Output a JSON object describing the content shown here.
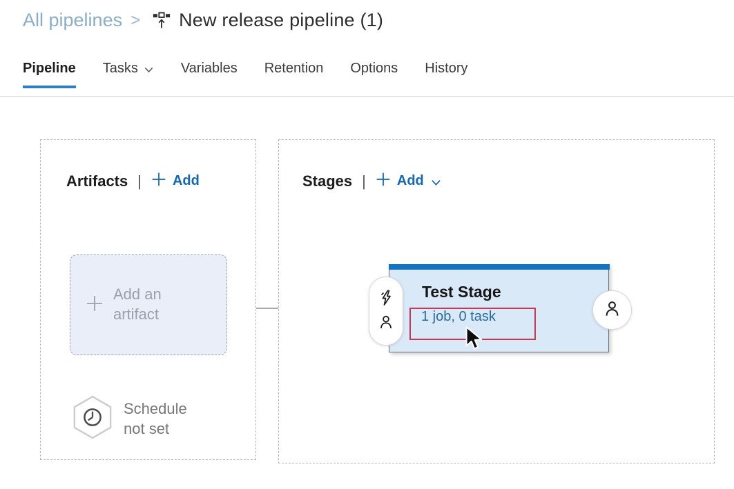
{
  "breadcrumb": {
    "parent_link": "All pipelines",
    "separator": ">",
    "current_title": "New release pipeline (1)"
  },
  "tabs": [
    {
      "label": "Pipeline",
      "active": true
    },
    {
      "label": "Tasks",
      "dropdown": true
    },
    {
      "label": "Variables"
    },
    {
      "label": "Retention"
    },
    {
      "label": "Options"
    },
    {
      "label": "History"
    }
  ],
  "artifacts": {
    "title": "Artifacts",
    "separator": "|",
    "add_button": "Add",
    "placeholder_card": "Add an artifact",
    "schedule_status": "Schedule not set"
  },
  "stages": {
    "title": "Stages",
    "separator": "|",
    "add_button": "Add",
    "stage_card": {
      "name": "Test Stage",
      "jobs_summary": "1 job, 0 task"
    }
  },
  "colors": {
    "accent_blue": "#1268b3",
    "tab_underline": "#2f7fc1",
    "breadcrumb_link": "#8aaec8",
    "stage_header_bar": "#0f75c2",
    "stage_fill": "#d9e9f8",
    "stage_border": "#66717c",
    "link_blue": "#2a6b9b",
    "highlight_red": "#c43a52"
  }
}
